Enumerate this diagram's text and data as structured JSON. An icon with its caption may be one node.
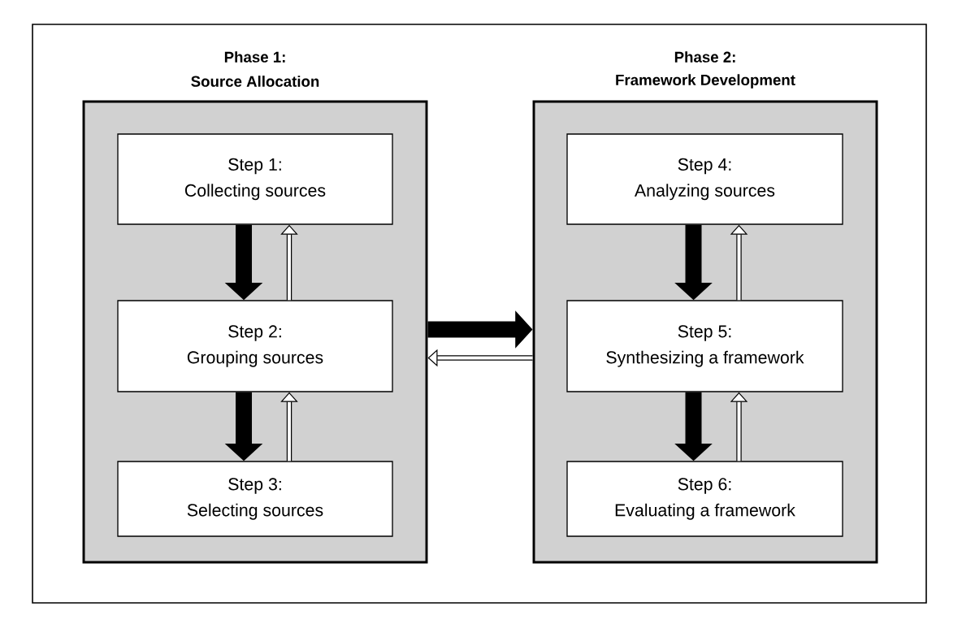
{
  "diagram": {
    "nodes": [
      {
        "text": [
          "Phase 1:",
          "Source Allocation"
        ]
      },
      {
        "text": [
          "Step 1:",
          "Collecting sources"
        ],
        "in": 0
      },
      {
        "text": [
          "Step 2:",
          "Grouping sources"
        ],
        "in": 0
      },
      {
        "text": [
          "Step 3:",
          "Selecting sources"
        ],
        "in": 0
      },
      {
        "text": [
          "Phase 2:",
          "Framework Development"
        ]
      },
      {
        "text": [
          "Step 4:",
          "Analyzing sources"
        ],
        "in": 4
      },
      {
        "text": [
          "Step 5:",
          "Synthesizing a framework"
        ],
        "in": 4
      },
      {
        "text": [
          "Step 6:",
          "Evaluating a framework"
        ],
        "in": 4
      }
    ],
    "edges": [
      {
        "from": 1,
        "to": 2,
        "arrow": "to",
        "style": "thick"
      },
      {
        "from": 2,
        "to": 1,
        "arrow": "to"
      },
      {
        "from": 2,
        "to": 3,
        "arrow": "to",
        "style": "thick"
      },
      {
        "from": 3,
        "to": 2,
        "arrow": "to"
      },
      {
        "from": 0,
        "to": 4,
        "arrow": "to",
        "style": "thick"
      },
      {
        "from": 4,
        "to": 0,
        "arrow": "to"
      },
      {
        "from": 5,
        "to": 6,
        "arrow": "to",
        "style": "thick"
      },
      {
        "from": 6,
        "to": 5,
        "arrow": "to"
      },
      {
        "from": 6,
        "to": 7,
        "arrow": "to",
        "style": "thick"
      },
      {
        "from": 7,
        "to": 6,
        "arrow": "to"
      }
    ]
  }
}
